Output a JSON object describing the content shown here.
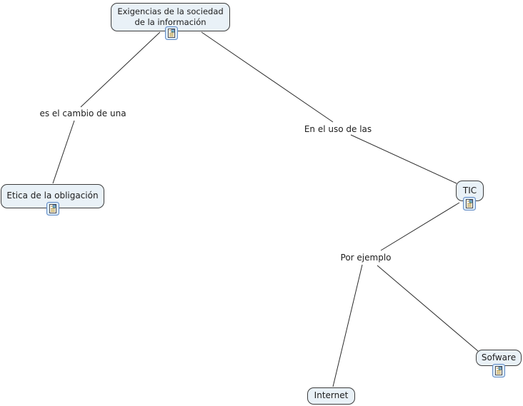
{
  "diagram": {
    "type": "concept-map",
    "nodes": {
      "exigencias": {
        "label": "Exigencias de la sociedad de la información",
        "has_resource_icon": true
      },
      "etica": {
        "label": "Etica de la obligación",
        "has_resource_icon": true
      },
      "tic": {
        "label": "TIC",
        "has_resource_icon": true
      },
      "sofware": {
        "label": "Sofware",
        "has_resource_icon": true
      },
      "internet": {
        "label": "Internet",
        "has_resource_icon": false
      }
    },
    "links": {
      "cambio": {
        "label": "es el cambio de una",
        "from": "exigencias",
        "to": "etica"
      },
      "uso": {
        "label": "En el uso de las",
        "from": "exigencias",
        "to": "tic"
      },
      "ejemplo": {
        "label": "Por ejemplo",
        "from": "tic",
        "to": "internet, sofware"
      }
    },
    "icon_name": "document-with-image-resource-icon",
    "colors": {
      "canvas": "#ffffff",
      "node_fill": "#e9f1f7",
      "node_border": "#3c3c3c",
      "line": "#2b2b2b",
      "icon_border": "#5b87c5",
      "icon_fill": "#dcebf8"
    }
  }
}
